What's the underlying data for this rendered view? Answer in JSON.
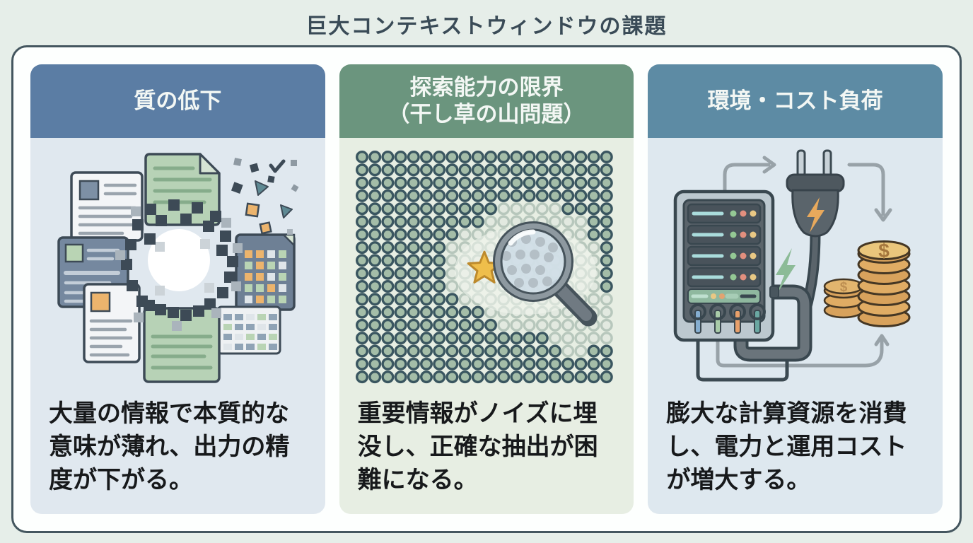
{
  "title": "巨大コンテキストウィンドウの課題",
  "colors": {
    "page_bg": "#e6eee9",
    "frame_bg": "#fdfffe",
    "frame_border": "#44565f",
    "title_text": "#3a4b57",
    "header_text": "#f3f7f4",
    "body_text": "#17191b",
    "col1_header_bg": "#5b7da4",
    "col1_body_bg": "#e0e8ef",
    "col2_header_bg": "#6b957e",
    "col2_body_bg": "#e7eee3",
    "col3_header_bg": "#5d8ba4",
    "col3_body_bg": "#dee8ef"
  },
  "columns": [
    {
      "id": "quality",
      "header_line1": "質の低下",
      "header_line2": "",
      "body": "大量の情報で本質的な意味が薄れ、出力の精度が下がる。",
      "illustration": "fragmented-documents"
    },
    {
      "id": "search-limit",
      "header_line1": "探索能力の限界",
      "header_line2": "（干し草の山問題）",
      "body": "重要情報がノイズに埋没し、正確な抽出が困難になる。",
      "illustration": "dot-grid-with-magnifier"
    },
    {
      "id": "cost",
      "header_line1": "環境・コスト負荷",
      "header_line2": "",
      "body": "膨大な計算資源を消費し、電力と運用コストが増大する。",
      "illustration": "server-power-coins"
    }
  ],
  "illustrations": {
    "dot_grid": {
      "rows": 18,
      "cols": 20
    },
    "icon_names": [
      "document-icon",
      "pixel-fragment-icon",
      "star-icon",
      "magnifier-icon",
      "server-icon",
      "plug-icon",
      "lightning-icon",
      "coins-icon",
      "cycle-arrow-icon"
    ]
  }
}
